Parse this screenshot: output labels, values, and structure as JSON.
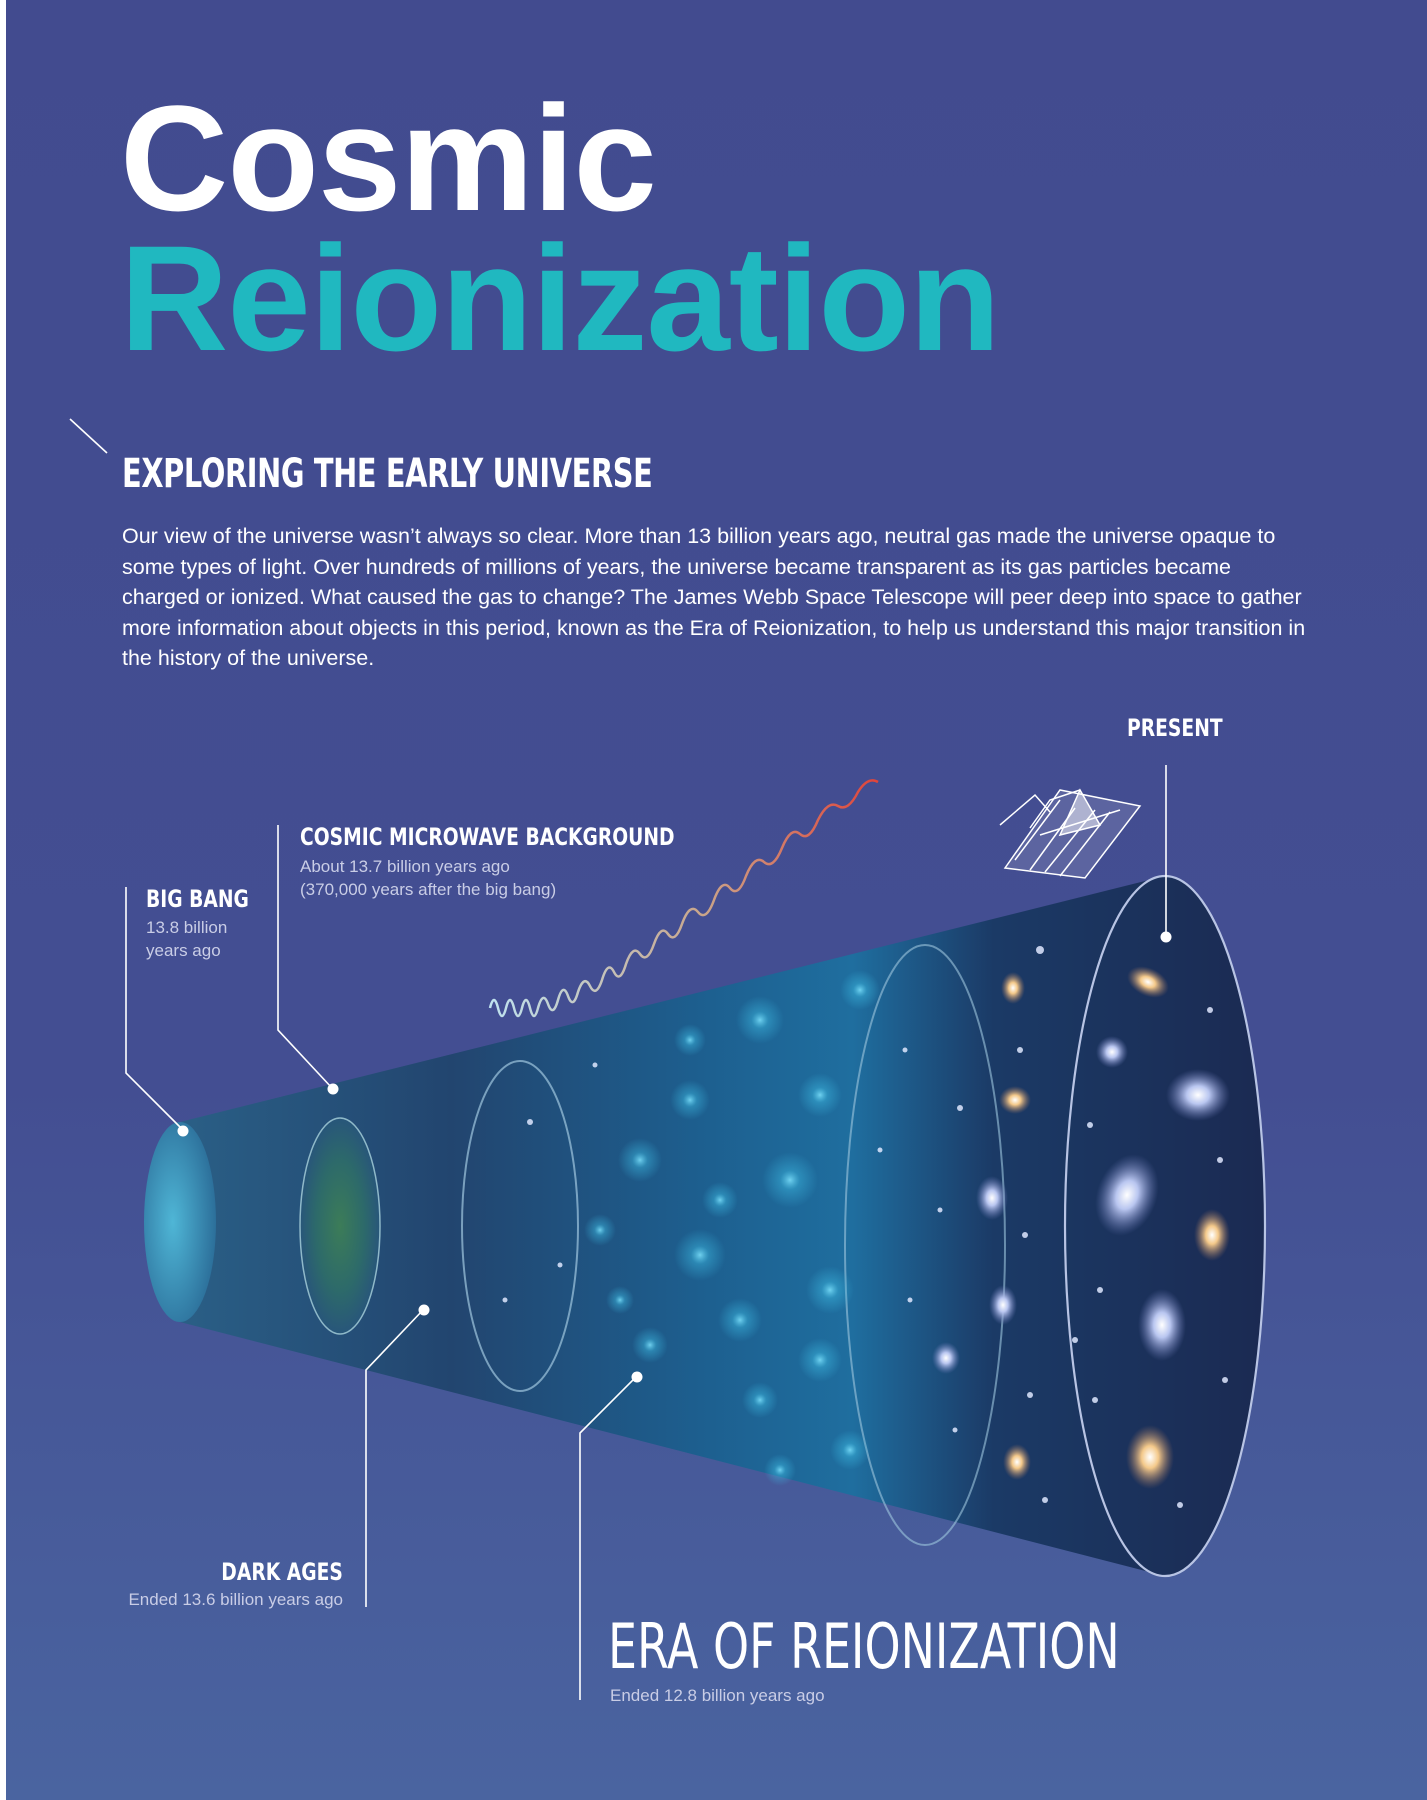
{
  "title": {
    "line1": "Cosmic",
    "line2": "Reionization"
  },
  "section": {
    "heading": "EXPLORING THE EARLY UNIVERSE",
    "body": "Our view of the universe wasn’t always so clear. More than 13 billion years ago, neutral gas made the universe opaque to some types of light. Over hundreds of millions of years, the universe became transparent as its gas particles became charged or ionized. What caused the gas to change? The James Webb Space Telescope will peer deep into space to gather more information about objects in this period, known as the Era of Reionization, to help us understand this major transition in the history of the universe."
  },
  "timeline": {
    "present": {
      "label": "PRESENT"
    },
    "cmb": {
      "label": "COSMIC MICROWAVE BACKGROUND",
      "line1": "About 13.7 billion years ago",
      "line2": "(370,000 years after the big bang)"
    },
    "big_bang": {
      "label": "BIG BANG",
      "line1": "13.8 billion",
      "line2": "years ago"
    },
    "dark_ages": {
      "label": "DARK AGES",
      "line1": "Ended 13.6 billion years ago"
    },
    "reionization": {
      "label": "ERA OF REIONIZATION",
      "line1": "Ended 12.8 billion years ago"
    }
  },
  "colors": {
    "background": "#434e92",
    "accent": "#20b8c0",
    "text": "#ffffff",
    "muted": "#c9cde6"
  },
  "icons": [
    "telescope-icon",
    "light-wave-icon"
  ]
}
